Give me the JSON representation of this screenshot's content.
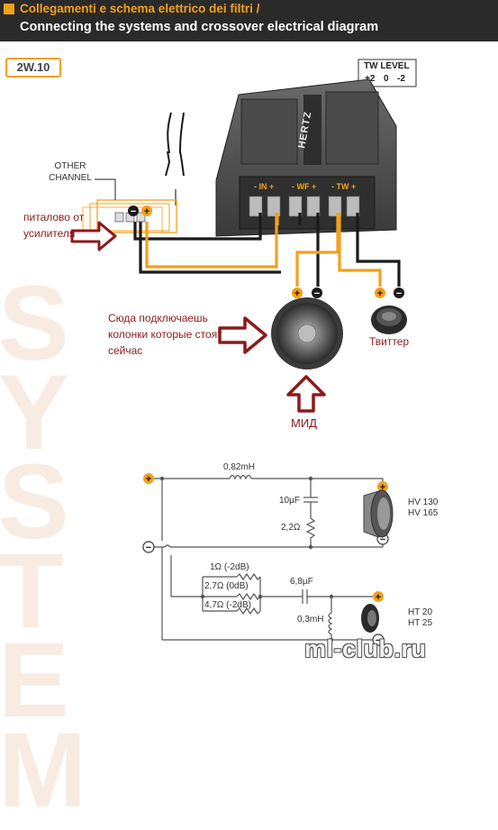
{
  "header": {
    "title_it": "Collegamenti e schema elettrico dei filtri /",
    "title_en": "Connecting the systems and crossover electrical diagram"
  },
  "model_code": "2W.10",
  "tw_level": {
    "title": "TW LEVEL",
    "values": [
      "+2",
      "0",
      "-2"
    ]
  },
  "crossover": {
    "brand": "HERTZ",
    "terminal_groups": [
      "- IN +",
      "- WF +",
      "- TW +"
    ]
  },
  "labels": {
    "other_channel": "OTHER CHANNEL",
    "power_from_amp": "питалово от усилителя",
    "connect_speakers": "Сюда подключаешь колонки которые стоят сейчас",
    "tweeter": "Твиттер",
    "mid": "МИД"
  },
  "schematic": {
    "inductor_main": "0,82mH",
    "cap_mid": "10µF",
    "res_mid": "2,2Ω",
    "woofers": [
      "HV 130",
      "HV 165"
    ],
    "tw_resistors": [
      "1Ω (-2dB)",
      "2,7Ω (0dB)",
      "4,7Ω (-2dB)"
    ],
    "cap_tw": "6,8µF",
    "inductor_tw": "0,3mH",
    "tweeters": [
      "HT 20",
      "HT 25"
    ]
  },
  "watermark_side": "SYSTEM",
  "watermark_site": "ml-club.ru",
  "colors": {
    "accent": "#f3a01a",
    "arrow": "#8b1a1a",
    "wire_orange": "#f3a01a",
    "wire_black": "#1a1a1a"
  }
}
